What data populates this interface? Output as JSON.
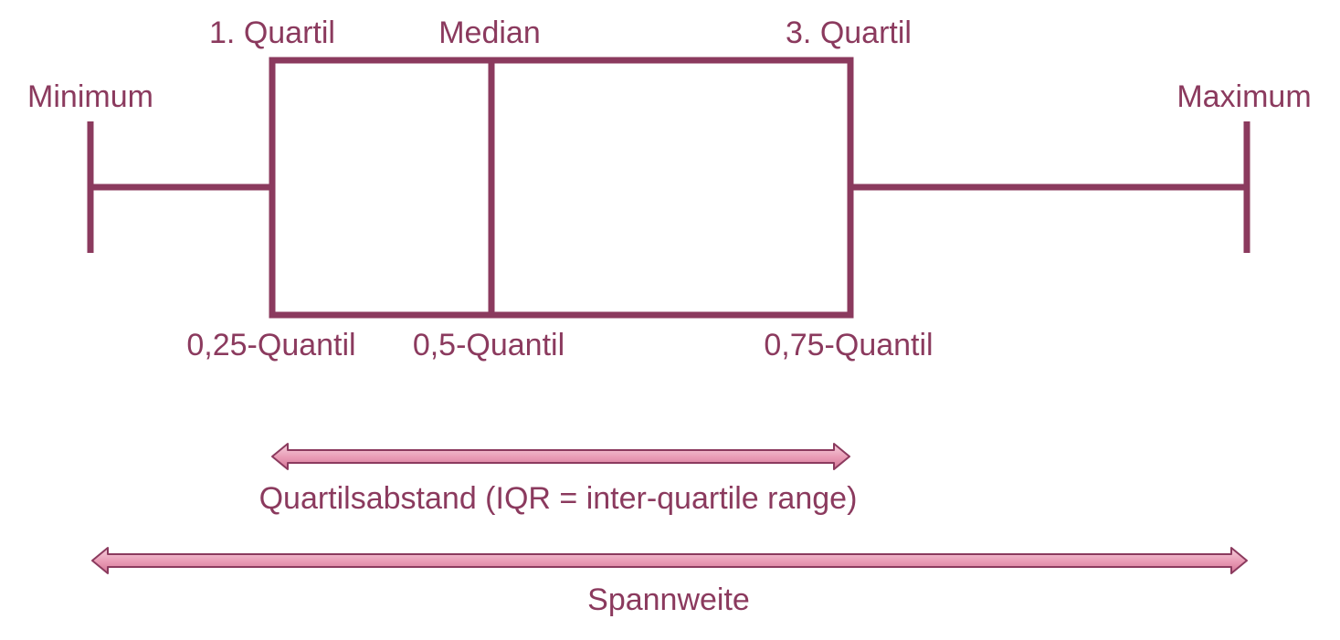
{
  "colors": {
    "primary": "#8b3a5e",
    "arrow_fill_light": "#f3c2d3",
    "arrow_fill_dark": "#d97b9b"
  },
  "labels": {
    "minimum": "Minimum",
    "maximum": "Maximum",
    "q1_top": "1. Quartil",
    "median_top": "Median",
    "q3_top": "3. Quartil",
    "q1_bottom": "0,25-Quantil",
    "median_bottom": "0,5-Quantil",
    "q3_bottom": "0,75-Quantil",
    "iqr": "Quartilsabstand (IQR = inter-quartile range)",
    "range": "Spannweite"
  }
}
